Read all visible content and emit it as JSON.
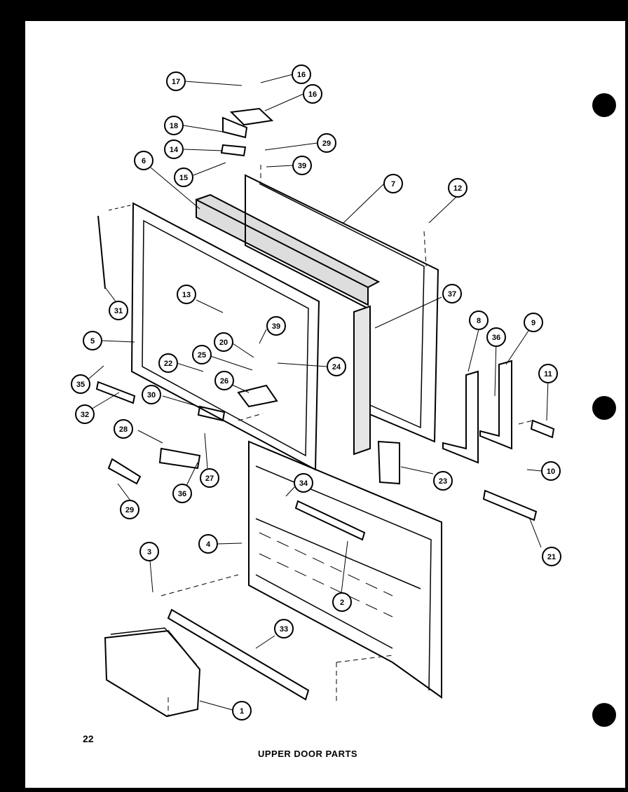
{
  "diagram": {
    "page_number": "22",
    "caption": "UPPER DOOR PARTS",
    "callouts": [
      "17",
      "16",
      "16",
      "18",
      "14",
      "15",
      "29",
      "39",
      "6",
      "7",
      "12",
      "31",
      "5",
      "13",
      "39",
      "20",
      "22",
      "25",
      "24",
      "26",
      "30",
      "35",
      "32",
      "28",
      "27",
      "36",
      "29",
      "37",
      "8",
      "36",
      "9",
      "11",
      "10",
      "23",
      "21",
      "34",
      "4",
      "3",
      "2",
      "33",
      "1"
    ]
  }
}
